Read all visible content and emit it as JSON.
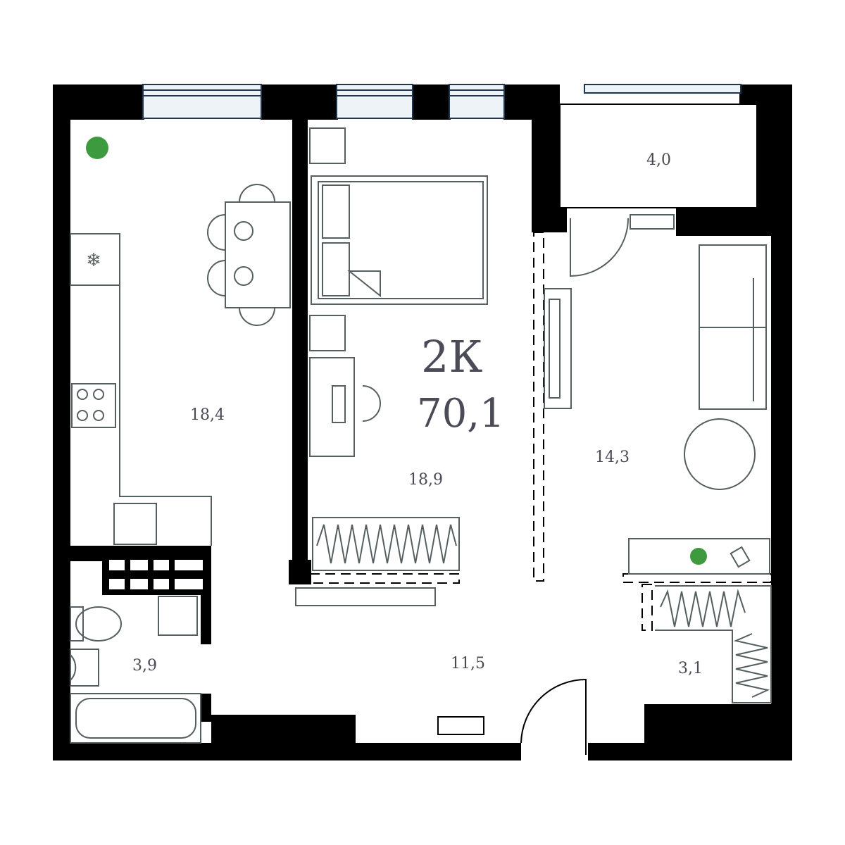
{
  "plan": {
    "apartment_type": "2К",
    "total_area": "70,1",
    "colors": {
      "wall": "#000000",
      "floor": "#ffffff",
      "furniture_stroke": "#555f5f",
      "window_frame": "#1f3550",
      "window_glass": "#eef3f8",
      "text": "#4a4a55",
      "plant": "#3e9a3e"
    },
    "rooms": [
      {
        "id": "kitchen",
        "area": "18,4"
      },
      {
        "id": "bedroom",
        "area": "18,9"
      },
      {
        "id": "living",
        "area": "14,3"
      },
      {
        "id": "balcony",
        "area": "4,0"
      },
      {
        "id": "bathroom",
        "area": "3,9"
      },
      {
        "id": "hallway",
        "area": "11,5"
      },
      {
        "id": "wardrobe",
        "area": "3,1"
      }
    ]
  }
}
